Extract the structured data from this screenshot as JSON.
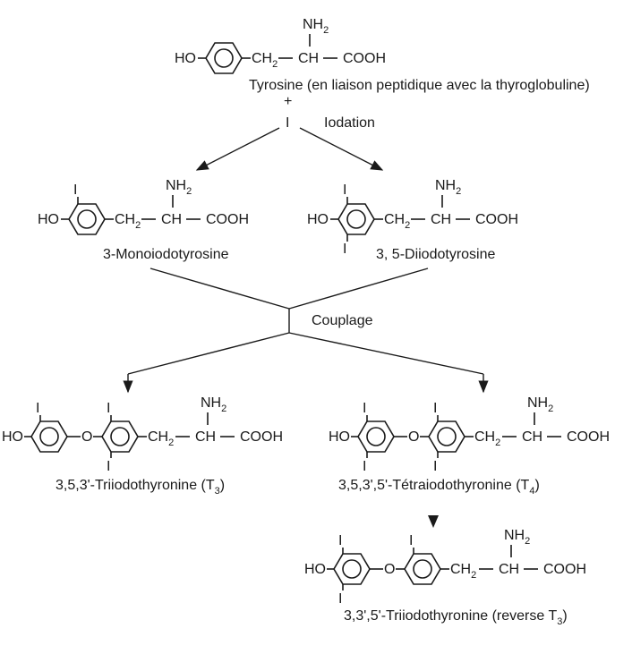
{
  "substituents": {
    "hydroxyl": "HO",
    "iodine": "I",
    "ether_oxygen": "O",
    "amino": "NH",
    "amino_sub": "2",
    "methylene": "CH",
    "methylene_sub": "2",
    "methine": "CH",
    "carboxyl": "COOH"
  },
  "captions": {
    "tyrosine": "Tyrosine (en liaison peptidique avec la thyroglobuline)",
    "plus": "+",
    "iodine_reagent": "I",
    "iodation": "Iodation",
    "mit": "3-Monoiodotyrosine",
    "dit": "3, 5-Diiodotyrosine",
    "couplage": "Couplage",
    "t3_main": "3,5,3'-Triiodothyronine (T",
    "t3_sub": "3",
    "t3_close": ")",
    "t4_main": "3,5,3',5'-Tétraiodothyronine (T",
    "t4_sub": "4",
    "t4_close": ")",
    "rt3_main": "3,3',5'-Triiodothyronine (reverse T",
    "rt3_sub": "3",
    "rt3_close": ")"
  }
}
